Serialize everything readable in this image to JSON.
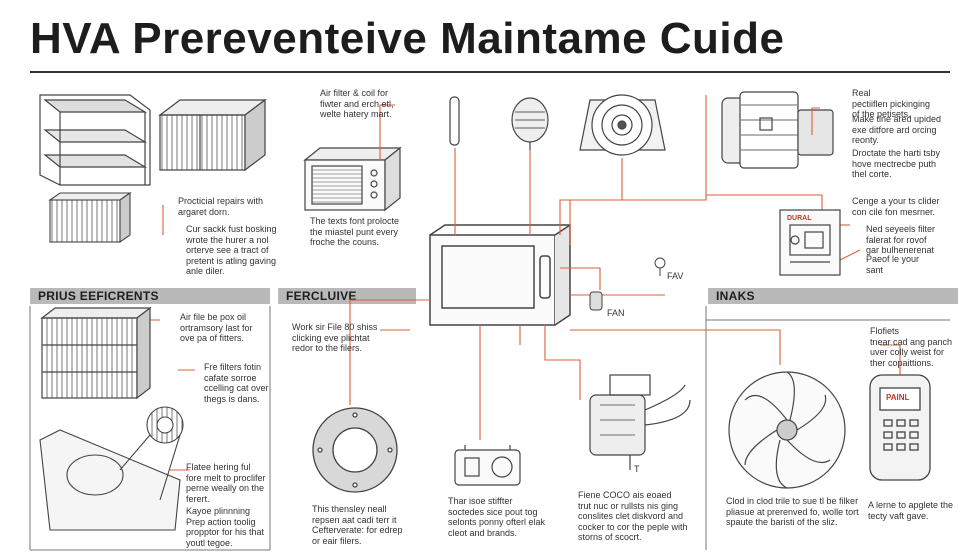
{
  "title": "HVA Prereventeive Maintame Cuide",
  "sections": {
    "left": "PRIUS EEFICRENTS",
    "middle": "FERCLUIVE",
    "right": "INAKS"
  },
  "labels": {
    "air_filter_coil": [
      "Air filter & coil for",
      "fiwter and erch etl,",
      "welte hatery mart."
    ],
    "proctical_repairs": [
      "Procticial repairs with",
      "argaret dorn."
    ],
    "cur_sackk": [
      "Cur sackk fust bosking",
      "wrote the hurer a nol",
      "orterve see a tract of",
      "pretent is atling gaving",
      "anle diler."
    ],
    "texts_font": [
      "The texts font prolocte",
      "the miastel punt every",
      "froche the couns."
    ],
    "real_pectiiflen": [
      "Real",
      "pectiiflen pickinging",
      "of the petisets."
    ],
    "make_tine": [
      "Make tine ared upided",
      "exe ditfore ard orcing",
      "reonty."
    ],
    "droctate": [
      "Droctate the harti tsby",
      "hove mectrecbe puth",
      "thel corte."
    ],
    "cenge": [
      "Cenge a your ts clider",
      "con cile fon mesrner."
    ],
    "ned_seyeels": [
      "Ned seyeels filter",
      "falerat for rovof",
      "gar bulhenerenat"
    ],
    "paeof": [
      "Paeof le your",
      "sant"
    ],
    "fav": "FAV",
    "fan": "FAN",
    "dural": "DURAL",
    "air_file_be": [
      "Air file be pox oil",
      "ortramsory last for",
      "ove pa of fitters."
    ],
    "fre_filters": [
      "Fre filters fotin",
      "cafate sorroe",
      "ccelling cat over",
      "thegs is dans."
    ],
    "flates_hering": [
      "Flatee hering ful",
      "fore melt to proclifer",
      "perne weally on the",
      "ferert."
    ],
    "keyoe_planning": [
      "Kayoe plinnning",
      "Prep action toolig",
      "propptor for his that",
      "youtl tegoe."
    ],
    "work_sir_file": [
      "Work sir File 80 shiss",
      "clicking eve plichtat",
      "redor to the filers."
    ],
    "this_thensley": [
      "This thensley neall",
      "repsen aat cadi terr it",
      "Cefterverate: for edrep",
      "or eair filers."
    ],
    "thar_isoe": [
      "Thar isoe stiffter",
      "soctedes sice pout tog",
      "selonts ponny ofterl elak",
      "cleot and brands."
    ],
    "fiene_coco": [
      "Fiene COCO ais eoaed",
      "trut nuc or rullsts nis ging",
      "conslites clet diskvord and",
      "cocker to cor the peple with",
      "storns of scocrt."
    ],
    "t_mark": "T",
    "clod_in_clod": [
      "Clod in clod trile to sue tl be filker",
      "pliasue at prerenved fo, wolle tort",
      "spaute the baristi of the sliz."
    ],
    "flofiets": [
      "Flofiets",
      "tnear cad ang panch",
      "uver colly weist for",
      "ther copaittions."
    ],
    "a_lerne": [
      "A lerne to apglete the",
      "tecty vaft gave."
    ],
    "device_label": "PAINL"
  }
}
